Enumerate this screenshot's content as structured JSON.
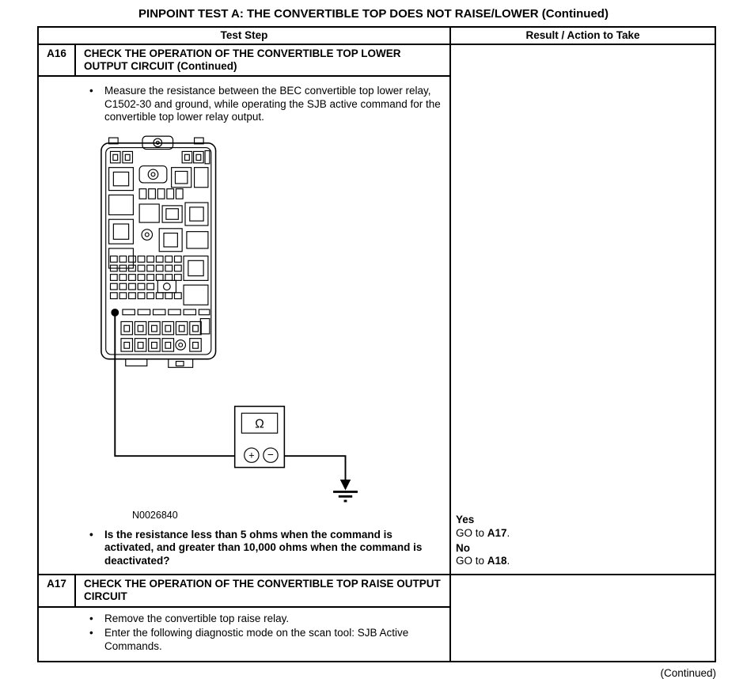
{
  "page": {
    "title": "PINPOINT TEST  A: THE CONVERTIBLE TOP DOES NOT RAISE/LOWER (Continued)",
    "continued_note": "(Continued)"
  },
  "table_header": {
    "test_step": "Test Step",
    "result": "Result / Action to Take"
  },
  "a16": {
    "id": "A16",
    "title": "CHECK THE OPERATION OF THE CONVERTIBLE TOP LOWER OUTPUT CIRCUIT (Continued)",
    "measure_bullet": "Measure the resistance between the BEC convertible top lower relay, C1502-30 and ground, while operating the SJB active command for the convertible top lower relay output.",
    "figure": {
      "label": "N0026840",
      "meter_symbol": "Ω",
      "plus_symbol": "+",
      "minus_symbol": "−"
    },
    "question_bullet": "Is the resistance less than 5 ohms when the command is activated, and greater than 10,000 ohms when the command is deactivated?",
    "results": {
      "yes_label": "Yes",
      "yes_pre": "GO to ",
      "yes_target": "A17",
      "yes_post": ".",
      "no_label": "No",
      "no_pre": "GO to ",
      "no_target": "A18",
      "no_post": "."
    }
  },
  "a17": {
    "id": "A17",
    "title": "CHECK THE OPERATION OF THE CONVERTIBLE TOP RAISE OUTPUT CIRCUIT",
    "bullets": [
      "Remove the convertible top raise relay.",
      "Enter the following diagnostic mode on the scan tool: SJB Active Commands."
    ]
  }
}
